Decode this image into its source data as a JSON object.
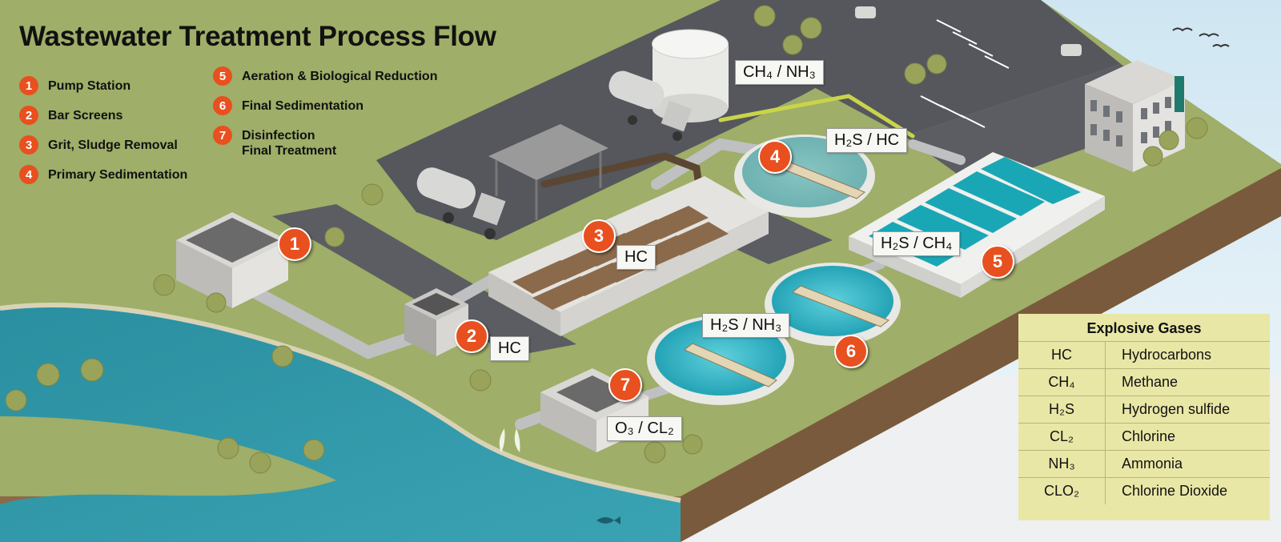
{
  "title": "Wastewater Treatment Process Flow",
  "legend": [
    {
      "num": "1",
      "label": "Pump Station"
    },
    {
      "num": "2",
      "label": "Bar Screens"
    },
    {
      "num": "3",
      "label": "Grit, Sludge Removal"
    },
    {
      "num": "4",
      "label": "Primary Sedimentation"
    },
    {
      "num": "5",
      "label": "Aeration & Biological Reduction"
    },
    {
      "num": "6",
      "label": "Final Sedimentation"
    },
    {
      "num": "7",
      "label": "Disinfection\nFinal Treatment"
    }
  ],
  "stage_markers": [
    "1",
    "2",
    "3",
    "4",
    "5",
    "6",
    "7"
  ],
  "gas_tags": {
    "storage_tank": "CH₄ / NH₃",
    "primary_clarifier": "H₂S / HC",
    "grit_removal": "HC",
    "bar_screens": "HC",
    "aeration": "H₂S / CH₄",
    "final_clarifier": "H₂S / NH₃",
    "disinfection": "O₃ / CL₂"
  },
  "explosive_gases": {
    "title": "Explosive Gases",
    "rows": [
      {
        "symbol": "HC",
        "name": "Hydrocarbons"
      },
      {
        "symbol": "CH₄",
        "name": "Methane"
      },
      {
        "symbol": "H₂S",
        "name": "Hydrogen sulfide"
      },
      {
        "symbol": "CL₂",
        "name": "Chlorine"
      },
      {
        "symbol": "NH₃",
        "name": "Ammonia"
      },
      {
        "symbol": "CLO₂",
        "name": "Chlorine Dioxide"
      }
    ]
  },
  "colors": {
    "marker": "#e8501f",
    "grass": "#9fae68",
    "road": "#505258",
    "water": "#2f97a8",
    "table_bg": "#e9e7a6"
  }
}
